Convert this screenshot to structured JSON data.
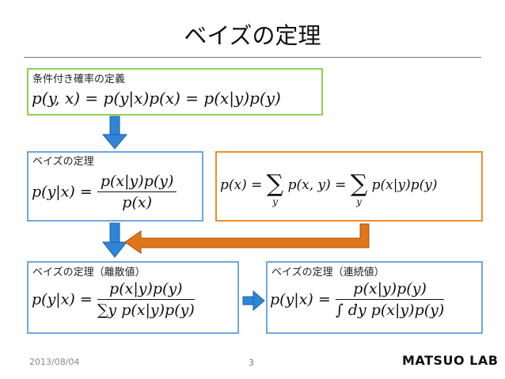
{
  "title": "ベイズの定理",
  "box_conditional": {
    "label": "条件付き確率の定義",
    "formula": "p(y, x) = p(y|x)p(x) = p(x|y)p(y)"
  },
  "box_bayes": {
    "label": "ベイズの定理",
    "lhs": "p(y|x) =",
    "num": "p(x|y)p(y)",
    "den": "p(x)"
  },
  "box_marginal": {
    "part1": "p(x) =",
    "sum_sub": "y",
    "part2": "p(x, y) =",
    "part3": "p(x|y)p(y)"
  },
  "box_discrete": {
    "label": "ベイズの定理（離散値）",
    "lhs": "p(y|x) =",
    "num": "p(x|y)p(y)",
    "den": "∑y p(x|y)p(y)"
  },
  "box_continuous": {
    "label": "ベイズの定理（連続値）",
    "lhs": "p(y|x) =",
    "num": "p(x|y)p(y)",
    "den": "∫ dy p(x|y)p(y)"
  },
  "footer": {
    "date": "2013/08/04",
    "page": "3",
    "logo": "MATSUO LAB"
  },
  "colors": {
    "green": "#8fd14f",
    "blue": "#6fa8dc",
    "orange": "#f0902a",
    "arrow_blue": "#2f86d8",
    "arrow_orange": "#e0761a"
  }
}
